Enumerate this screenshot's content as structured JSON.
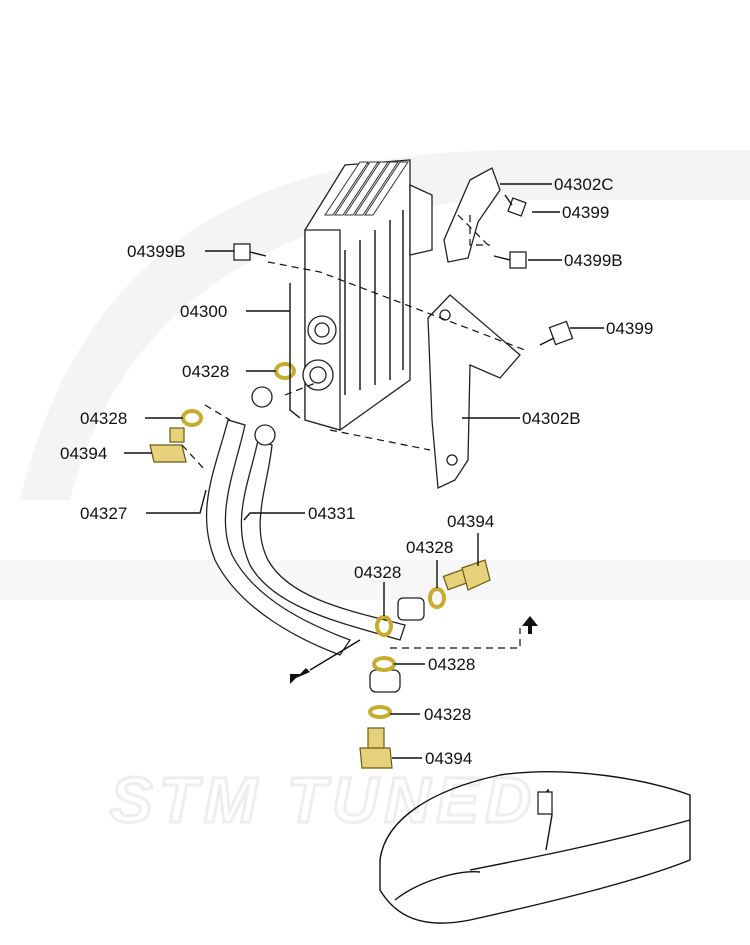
{
  "watermark": "STM TUNED",
  "labels": {
    "p04302C": "04302C",
    "p04399_a": "04399",
    "p04399B_a": "04399B",
    "p04399B_b": "04399B",
    "p04300": "04300",
    "p04399_b": "04399",
    "p04328_a": "04328",
    "p04328_b": "04328",
    "p04302B": "04302B",
    "p04394_a": "04394",
    "p04327": "04327",
    "p04331": "04331",
    "p04394_b": "04394",
    "p04328_c": "04328",
    "p04328_d": "04328",
    "p04328_e": "04328",
    "p04328_f": "04328",
    "p04394_c": "04394"
  },
  "colors": {
    "highlight": "#e6d27a",
    "washer": "#c9ac2f",
    "line": "#111111"
  },
  "icons": [
    "arrow-up-icon",
    "arrow-down-left-icon"
  ]
}
